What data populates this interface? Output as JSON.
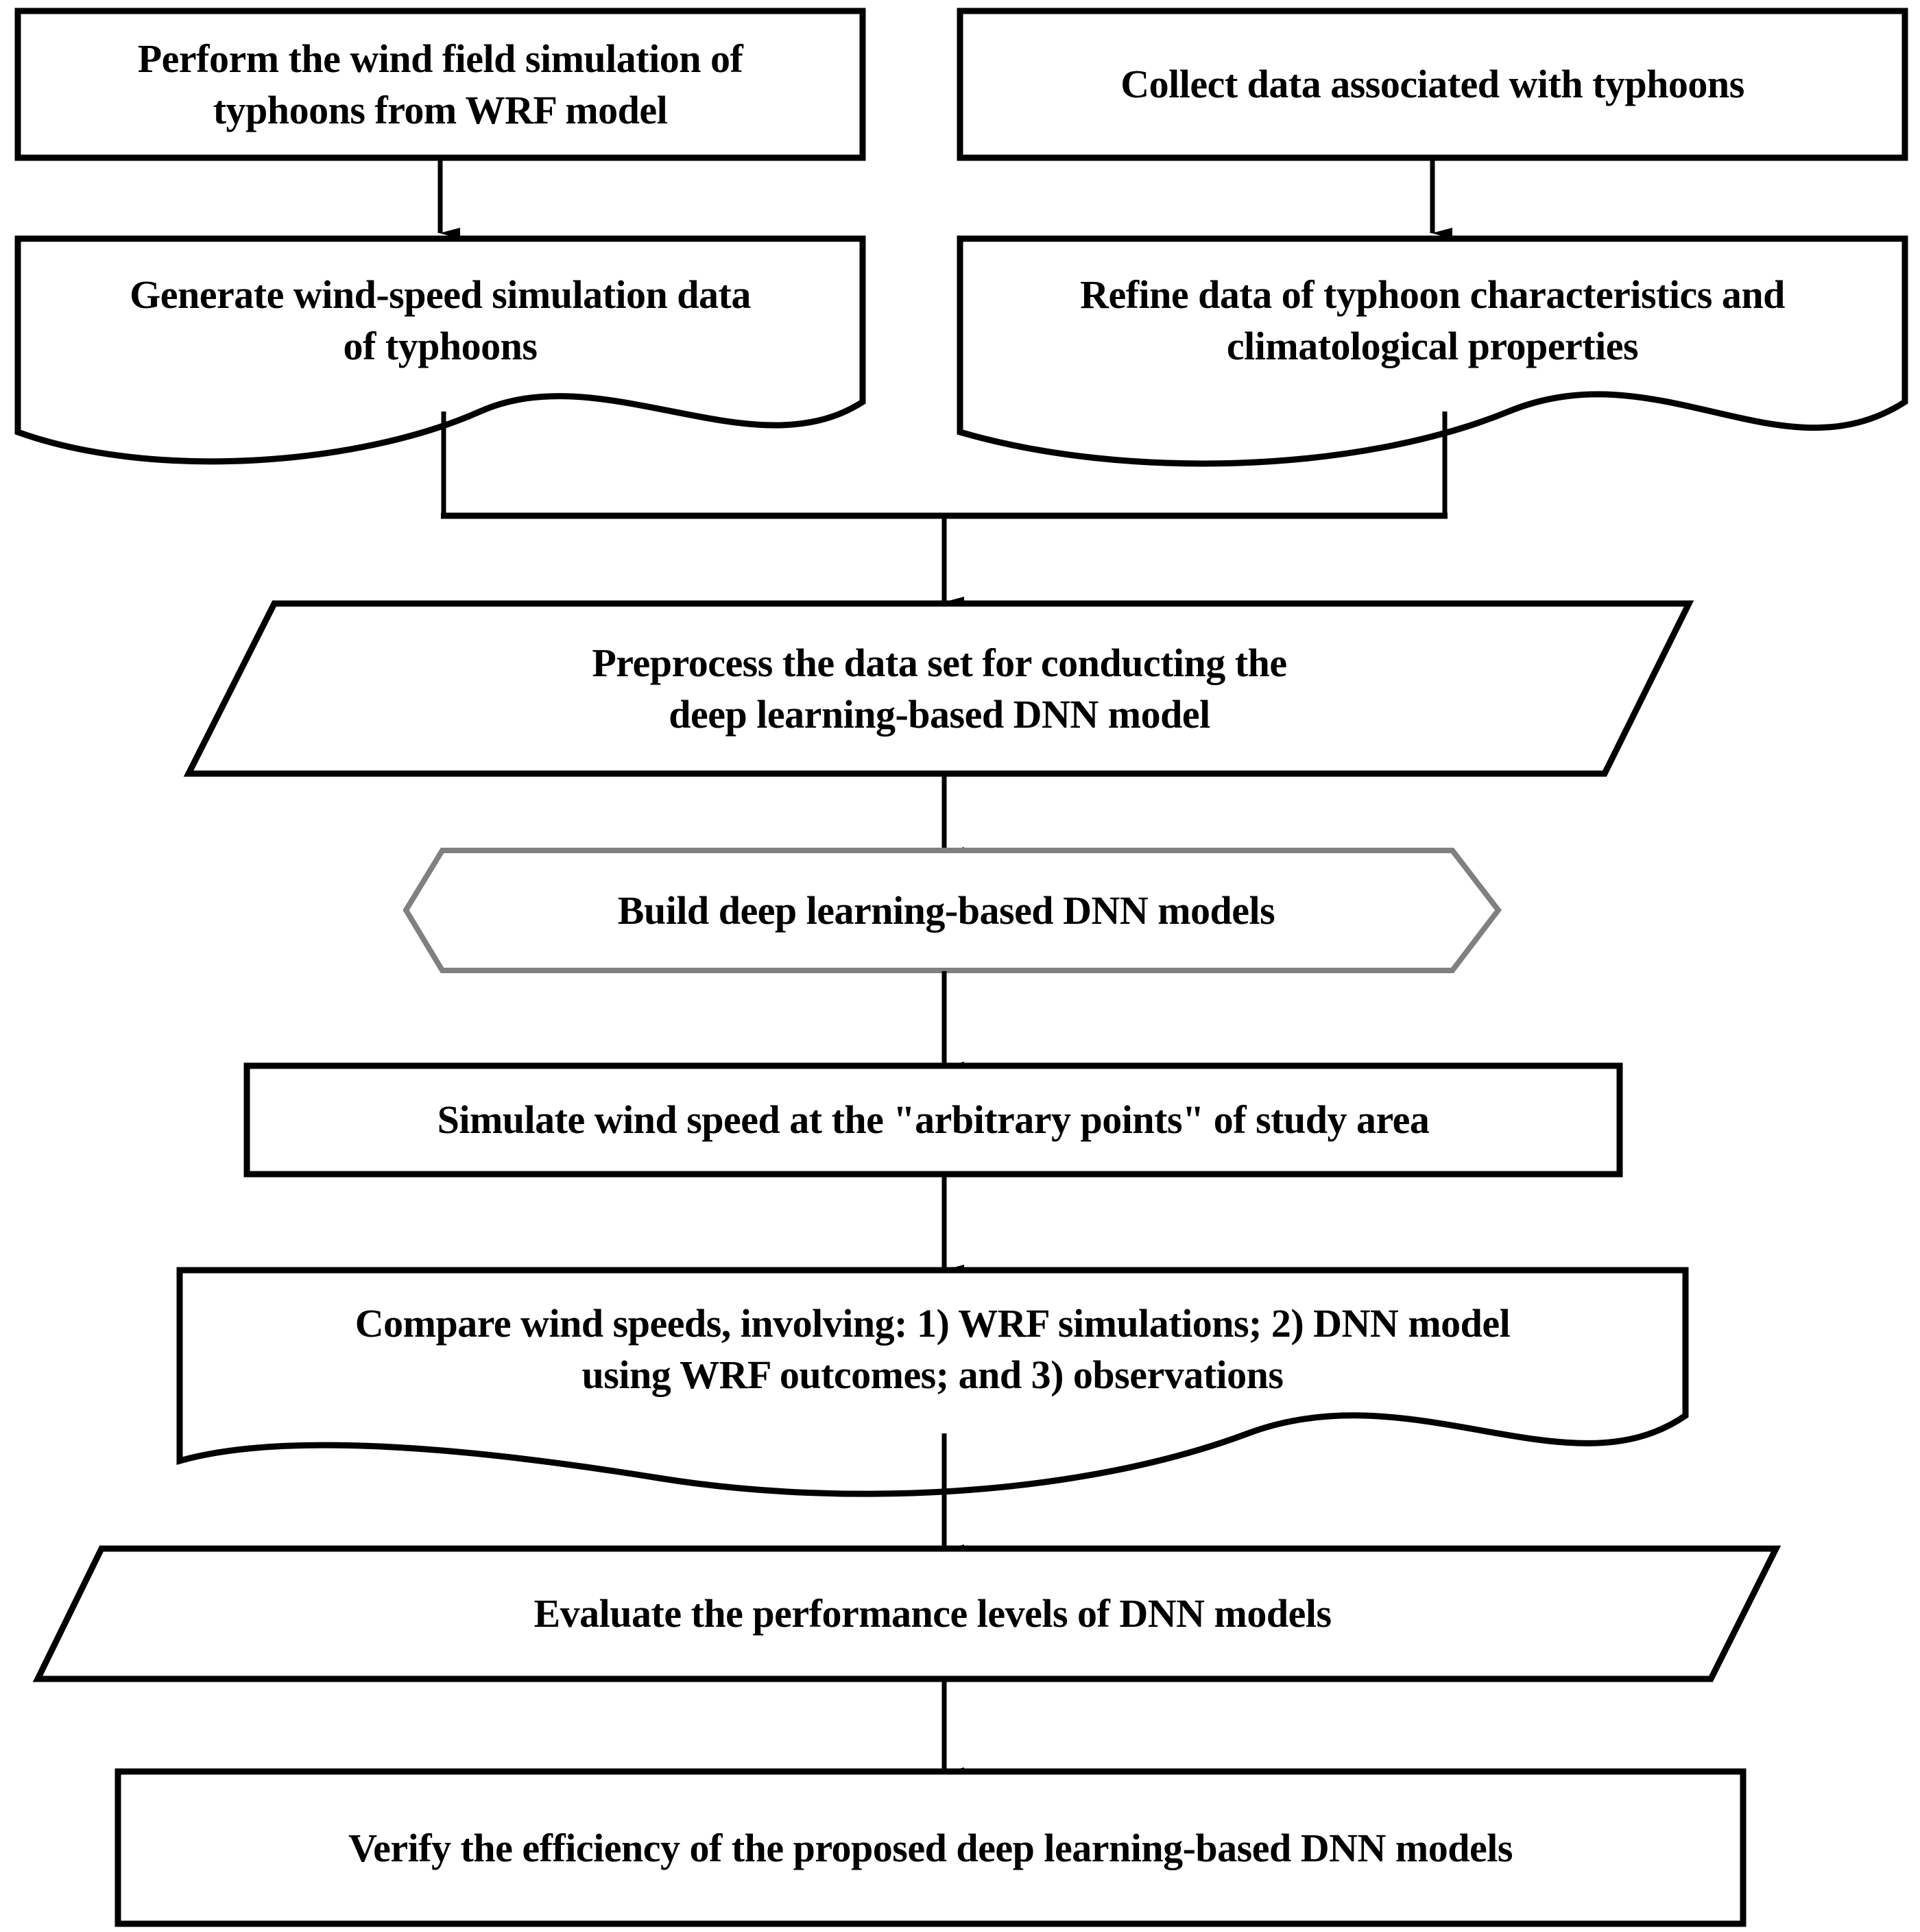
{
  "diagram": {
    "title": "Deep learning-based DNN typhoon wind speed simulation workflow",
    "background_color": "#ffffff",
    "stroke_color": "#000000",
    "hexagon_stroke_color": "#808080",
    "text_color": "#000000"
  },
  "nodes": {
    "perform_wrf": {
      "label": "Perform the wind field simulation of\ntyphoons from WRF model",
      "shape": "rectangle"
    },
    "collect_data": {
      "label": "Collect data associated with typhoons",
      "shape": "rectangle"
    },
    "generate_windspeed": {
      "label": "Generate wind-speed simulation data\nof typhoons",
      "shape": "document"
    },
    "refine_data": {
      "label": "Refine data of typhoon characteristics and\nclimatological properties",
      "shape": "document"
    },
    "preprocess": {
      "label": "Preprocess the data set for conducting the\ndeep learning-based DNN model",
      "shape": "parallelogram"
    },
    "build_models": {
      "label": "Build deep learning-based DNN models",
      "shape": "hexagon"
    },
    "simulate_points": {
      "label": "Simulate wind speed at the \"arbitrary points\" of study area",
      "shape": "rectangle"
    },
    "compare_speeds": {
      "label": "Compare wind speeds, involving: 1) WRF simulations; 2) DNN model\nusing WRF outcomes; and 3) observations",
      "shape": "document"
    },
    "evaluate_performance": {
      "label": "Evaluate the performance levels of DNN models",
      "shape": "parallelogram"
    },
    "verify_efficiency": {
      "label": "Verify the efficiency of the proposed deep learning-based DNN models",
      "shape": "rectangle"
    }
  },
  "connectors": [
    {
      "name": "perform-to-generate",
      "from": "perform_wrf",
      "to": "generate_windspeed",
      "arrow": true
    },
    {
      "name": "collect-to-refine",
      "from": "collect_data",
      "to": "refine_data",
      "arrow": true
    },
    {
      "name": "generate-to-merge",
      "from": "generate_windspeed",
      "to": "merge-junction",
      "arrow": false
    },
    {
      "name": "refine-to-merge",
      "from": "refine_data",
      "to": "merge-junction",
      "arrow": false
    },
    {
      "name": "merge-to-preprocess",
      "from": "merge-junction",
      "to": "preprocess",
      "arrow": true
    },
    {
      "name": "preprocess-to-build",
      "from": "preprocess",
      "to": "build_models",
      "arrow": true
    },
    {
      "name": "build-to-simulate",
      "from": "build_models",
      "to": "simulate_points",
      "arrow": true
    },
    {
      "name": "simulate-to-compare",
      "from": "simulate_points",
      "to": "compare_speeds",
      "arrow": true
    },
    {
      "name": "compare-to-evaluate",
      "from": "compare_speeds",
      "to": "evaluate_performance",
      "arrow": true
    },
    {
      "name": "evaluate-to-verify",
      "from": "evaluate_performance",
      "to": "verify_efficiency",
      "arrow": true
    }
  ]
}
